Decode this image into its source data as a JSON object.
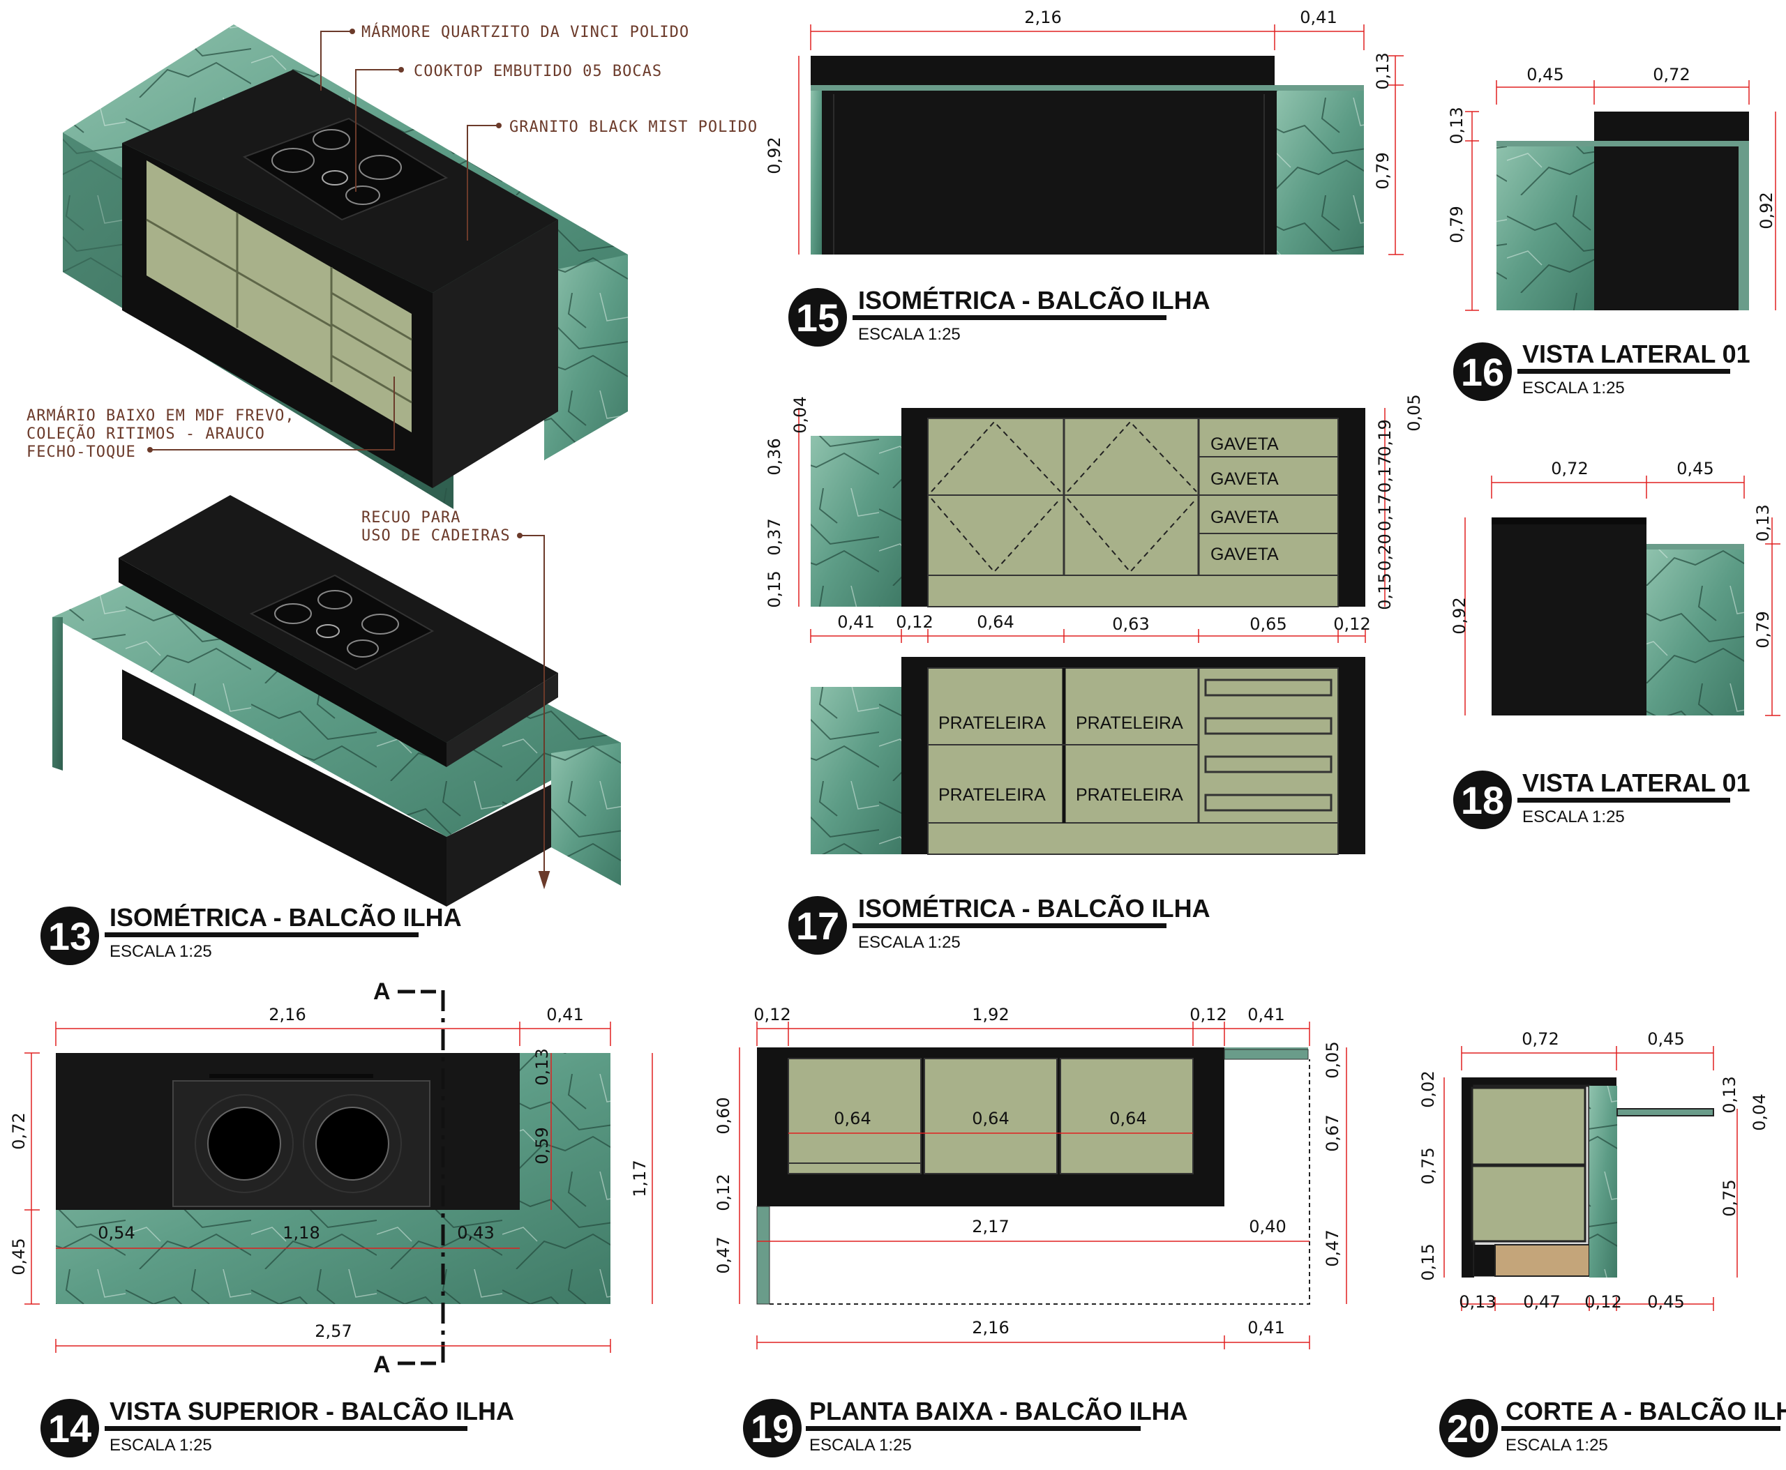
{
  "colors": {
    "marble": "#4e8c78",
    "marble_light": "#8fc2ad",
    "granite": "#161616",
    "mdf": "#a8b18a",
    "mdf_dark": "#8f9a73",
    "note": "#6b3a2a",
    "dim_tick": "#e02020",
    "wood": "#c4a57a"
  },
  "notes": {
    "marble": "MÁRMORE QUARTZITO DA VINCI POLIDO",
    "cooktop": "COOKTOP EMBUTIDO 05 BOCAS",
    "granite": "GRANITO BLACK MIST POLIDO",
    "cabinet_1": "ARMÁRIO BAIXO EM MDF FREVO,",
    "cabinet_2": "COLEÇÃO RITIMOS - ARAUCO",
    "cabinet_3": "FECHO-TOQUE",
    "recess_1": "RECUO PARA",
    "recess_2": "USO DE CADEIRAS"
  },
  "drawings": {
    "d13": {
      "number": "13",
      "title": "ISOMÉTRICA - BALCÃO ILHA",
      "scale": "ESCALA 1:25"
    },
    "d14": {
      "number": "14",
      "title": "VISTA SUPERIOR - BALCÃO ILHA",
      "scale": "ESCALA 1:25"
    },
    "d15": {
      "number": "15",
      "title": "ISOMÉTRICA - BALCÃO ILHA",
      "scale": "ESCALA 1:25"
    },
    "d16": {
      "number": "16",
      "title": "VISTA LATERAL 01",
      "scale": "ESCALA 1:25"
    },
    "d17": {
      "number": "17",
      "title": "ISOMÉTRICA - BALCÃO ILHA",
      "scale": "ESCALA 1:25"
    },
    "d18": {
      "number": "18",
      "title": "VISTA LATERAL 01",
      "scale": "ESCALA 1:25"
    },
    "d19": {
      "number": "19",
      "title": "PLANTA BAIXA - BALCÃO ILHA",
      "scale": "ESCALA 1:25"
    },
    "d20": {
      "number": "20",
      "title": "CORTE A - BALCÃO ILHA",
      "scale": "ESCALA 1:25"
    }
  },
  "dims": {
    "v15": {
      "top_a": "2,16",
      "top_b": "0,41",
      "left": "0,92",
      "right_a": "0,13",
      "right_b": "0,79"
    },
    "v16": {
      "top_a": "0,45",
      "top_b": "0,72",
      "left_a": "0,13",
      "left_b": "0,79",
      "right": "0,92"
    },
    "v17": {
      "left": [
        "0,04",
        "0,36",
        "0,37",
        "0,15"
      ],
      "right": [
        "0,05",
        "0,19",
        "0,17",
        "0,17",
        "0,20",
        "0,15"
      ],
      "bottom": [
        "0,41",
        "0,12",
        "0,64",
        "0,63",
        "0,65",
        "0,12"
      ],
      "drawer": "GAVETA",
      "shelf": "PRATELEIRA"
    },
    "v18": {
      "top_a": "0,72",
      "top_b": "0,45",
      "left": "0,92",
      "right_a": "0,13",
      "right_b": "0,79"
    },
    "v14": {
      "top_a": "2,16",
      "top_b": "0,41",
      "left_a": "0,72",
      "left_b": "0,45",
      "right_a": "0,13",
      "right_b": "0,59",
      "right_total": "1,17",
      "inner": [
        "0,54",
        "1,18",
        "0,43"
      ],
      "bottom": "2,57",
      "cut": "A"
    },
    "v19": {
      "top": [
        "0,12",
        "1,92",
        "0,12",
        "0,41"
      ],
      "left": [
        "0,60",
        "0,12",
        "0,47"
      ],
      "right": [
        "0,05",
        "0,67",
        "0,47"
      ],
      "modules": [
        "0,64",
        "0,64",
        "0,64"
      ],
      "mid_a": "2,17",
      "mid_b": "0,40",
      "bottom_a": "2,16",
      "bottom_b": "0,41"
    },
    "v20": {
      "top_a": "0,72",
      "top_b": "0,45",
      "left": [
        "0,02",
        "0,75",
        "0,15"
      ],
      "right": [
        "0,13",
        "0,04",
        "0,75"
      ],
      "bottom": [
        "0,13",
        "0,47",
        "0,12",
        "0,45"
      ]
    }
  }
}
